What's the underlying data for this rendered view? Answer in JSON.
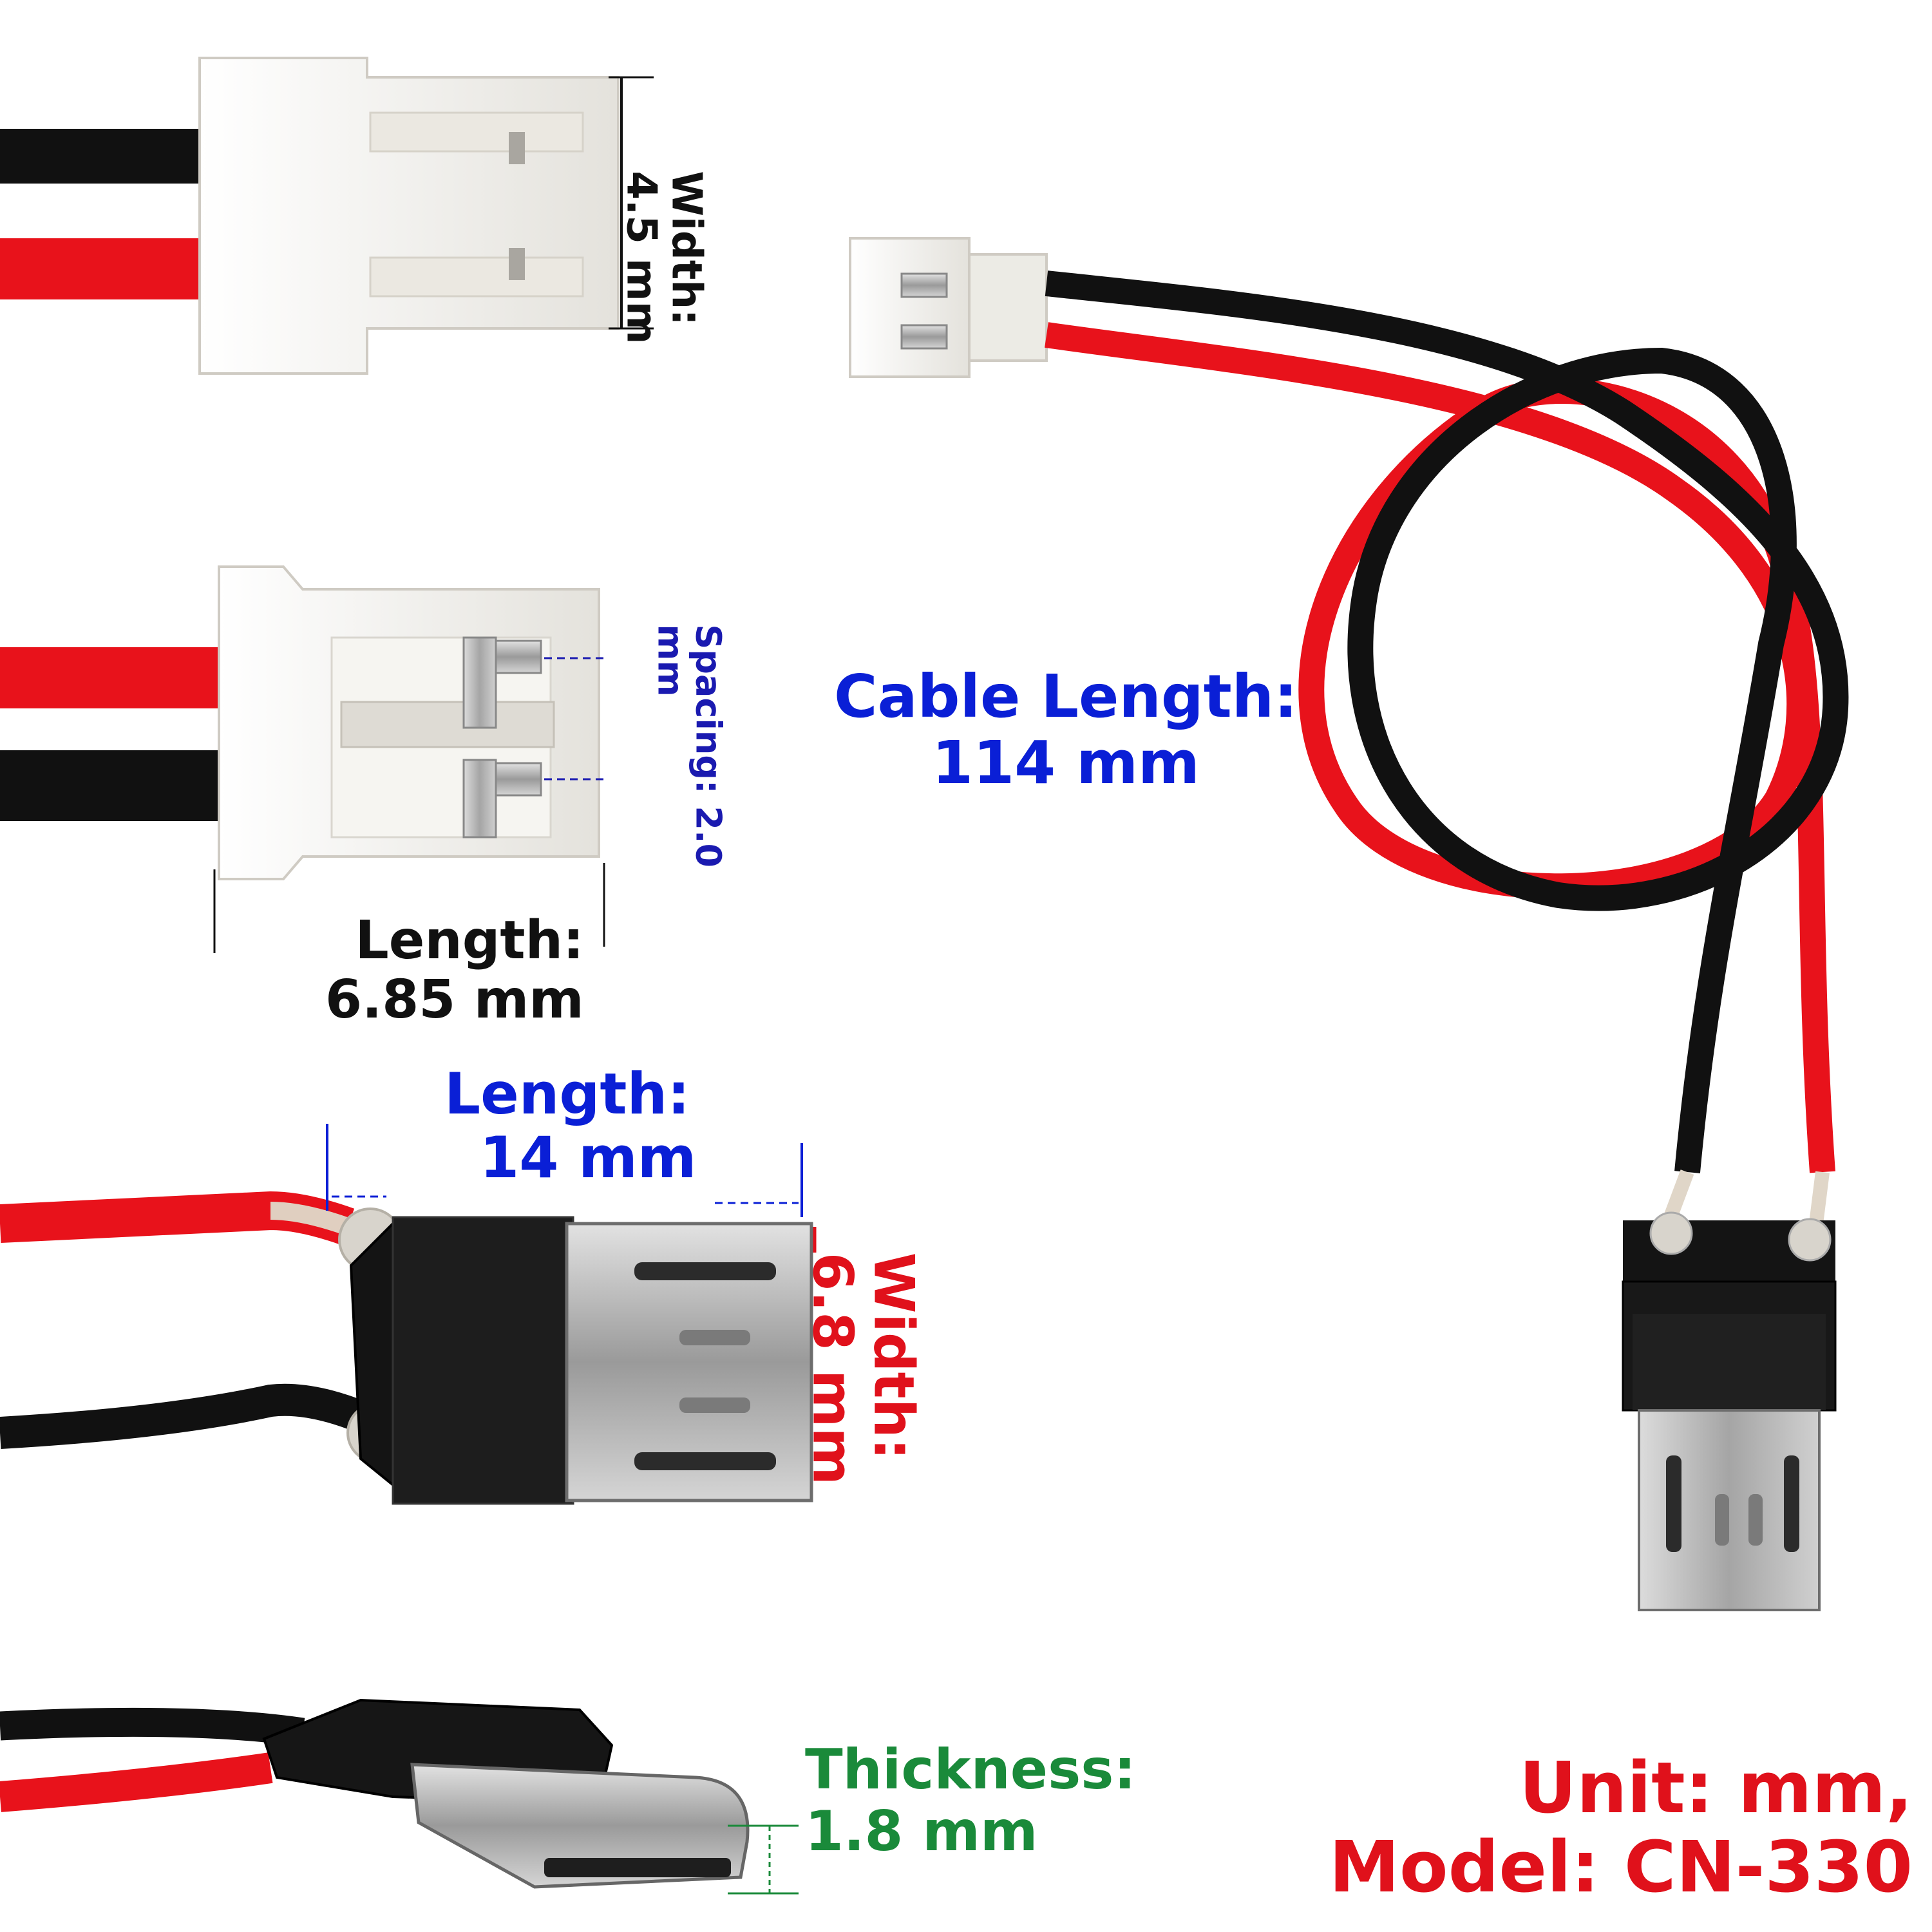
{
  "labels": {
    "width_top": {
      "title": "Width:",
      "value": "4.5 mm"
    },
    "spacing": {
      "title": "Spacing: 2.0",
      "value": "mm"
    },
    "length_small": {
      "title": "Length:",
      "value": "6.85 mm"
    },
    "cable_length": {
      "title": "Cable Length:",
      "value": "114 mm"
    },
    "length_usb": {
      "title": "Length:",
      "value": "14 mm"
    },
    "width_usb": {
      "title": "Width:",
      "value": "6.8 mm"
    },
    "thickness": {
      "title": "Thickness:",
      "value": "1.8 mm"
    },
    "unit": {
      "line1": "Unit: mm,",
      "line2": "Model: CN-330"
    }
  },
  "colors": {
    "wire_red": "#e8121b",
    "wire_black": "#111111",
    "connector_white": "#f4f3ef",
    "metal": "#c9c9c9",
    "text_black": "#111111",
    "text_blue": "#0a1fd6",
    "text_red": "#e0111b",
    "text_green": "#1a8a3a",
    "text_navy": "#1a1ab0"
  }
}
